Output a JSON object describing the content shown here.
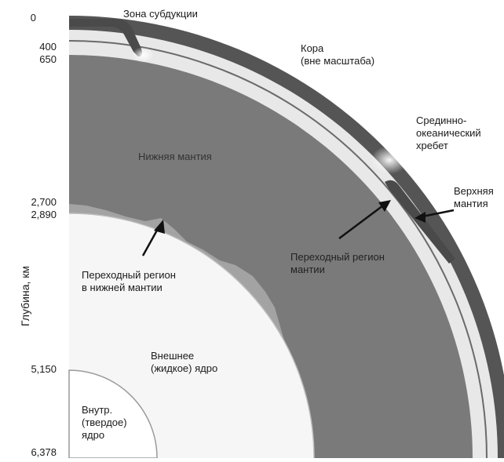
{
  "depth_axis": {
    "title": "Глубина, км",
    "ticks": [
      "0",
      "400",
      "650",
      "2,700",
      "2,890",
      "5,150",
      "6,378"
    ]
  },
  "labels": {
    "subduction": "Зона субдукции",
    "crust": "Кора\n(вне масштаба)",
    "ridge": "Срединно-\nокеанический\nхребет",
    "upper_mantle": "Верхняя\nмантия",
    "lower_mantle": "Нижняя мантия",
    "transition_mantle": "Переходный регион\nмантии",
    "transition_lower": "Переходный регион\nв нижней мантии",
    "outer_core": "Внешнее\n(жидкое) ядро",
    "inner_core": "Внутр.\n(твердое)\nядро"
  },
  "colors": {
    "crust": "#5f5f5f",
    "upper_mantle": "#e6e6e6",
    "lower_mantle": "#7d7d7d",
    "d_layer": "#a6a6a6",
    "outer_core": "#f7f7f7",
    "inner_core": "#ffffff"
  }
}
